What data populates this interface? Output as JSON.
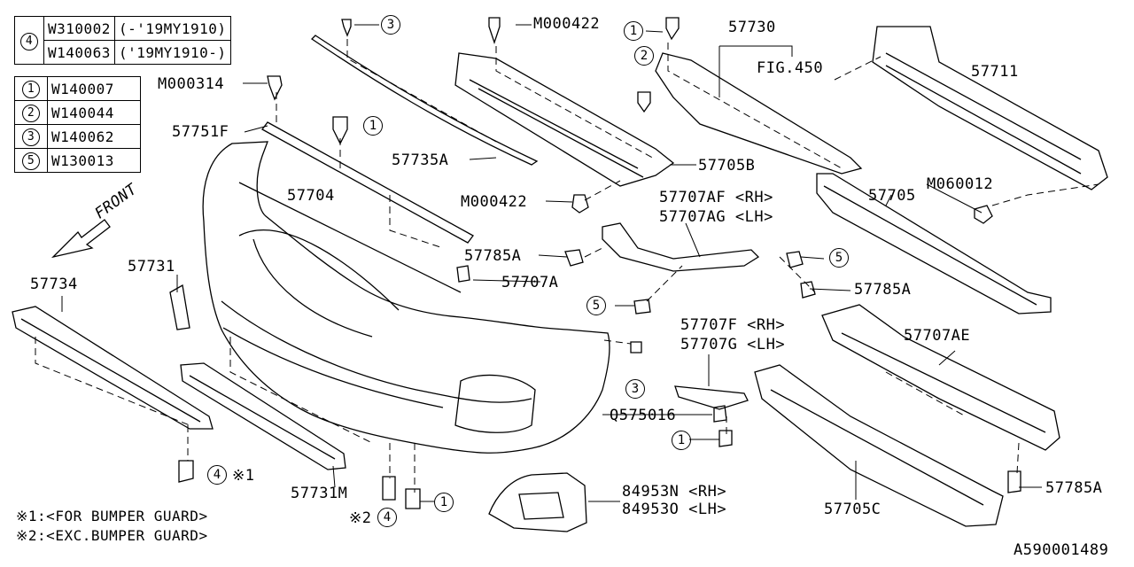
{
  "ref_table_4": {
    "key": "4",
    "rows": [
      {
        "part": "W310002",
        "range": "(-'19MY1910)"
      },
      {
        "part": "W140063",
        "range": "('19MY1910-)"
      }
    ]
  },
  "ref_table_main": [
    {
      "key": "1",
      "part": "W140007"
    },
    {
      "key": "2",
      "part": "W140044"
    },
    {
      "key": "3",
      "part": "W140062"
    },
    {
      "key": "5",
      "part": "W130013"
    }
  ],
  "front_label": "FRONT",
  "labels": {
    "m000314": "M000314",
    "p57751f": "57751F",
    "m000422_top": "M000422",
    "p57735a": "57735A",
    "p57705b": "57705B",
    "m000422_mid": "M000422",
    "p57704": "57704",
    "p57730": "57730",
    "fig450": "FIG.450",
    "p57711": "57711",
    "m060012": "M060012",
    "p57705": "57705",
    "p57707af": "57707AF <RH>",
    "p57707ag": "57707AG <LH>",
    "p57785a_1": "57785A",
    "p57785a_2": "57785A",
    "p57785a_3": "57785A",
    "p57707a": "57707A",
    "p57731": "57731",
    "p57734": "57734",
    "p57707f": "57707F <RH>",
    "p57707g": "57707G <LH>",
    "p57707ae": "57707AE",
    "q575016": "Q575016",
    "p57731m": "57731M",
    "p84953n": "84953N <RH>",
    "p84953o": "84953O <LH>",
    "p57705c": "57705C",
    "diagram_id": "A590001489"
  },
  "callouts": {
    "c3_top": "3",
    "c1_top": "1",
    "c2_top": "2",
    "c1_a": "1",
    "c5_a": "5",
    "c5_b": "5",
    "c3_mid": "3",
    "c1_b": "1",
    "c4_a": "4",
    "c4_b": "4",
    "c1_c": "1"
  },
  "markers": {
    "star1": "※1",
    "star2": "※2"
  },
  "notes": [
    {
      "mark": "※1",
      "text": ":<FOR BUMPER GUARD>"
    },
    {
      "mark": "※2",
      "text": ":<EXC.BUMPER GUARD>"
    }
  ]
}
